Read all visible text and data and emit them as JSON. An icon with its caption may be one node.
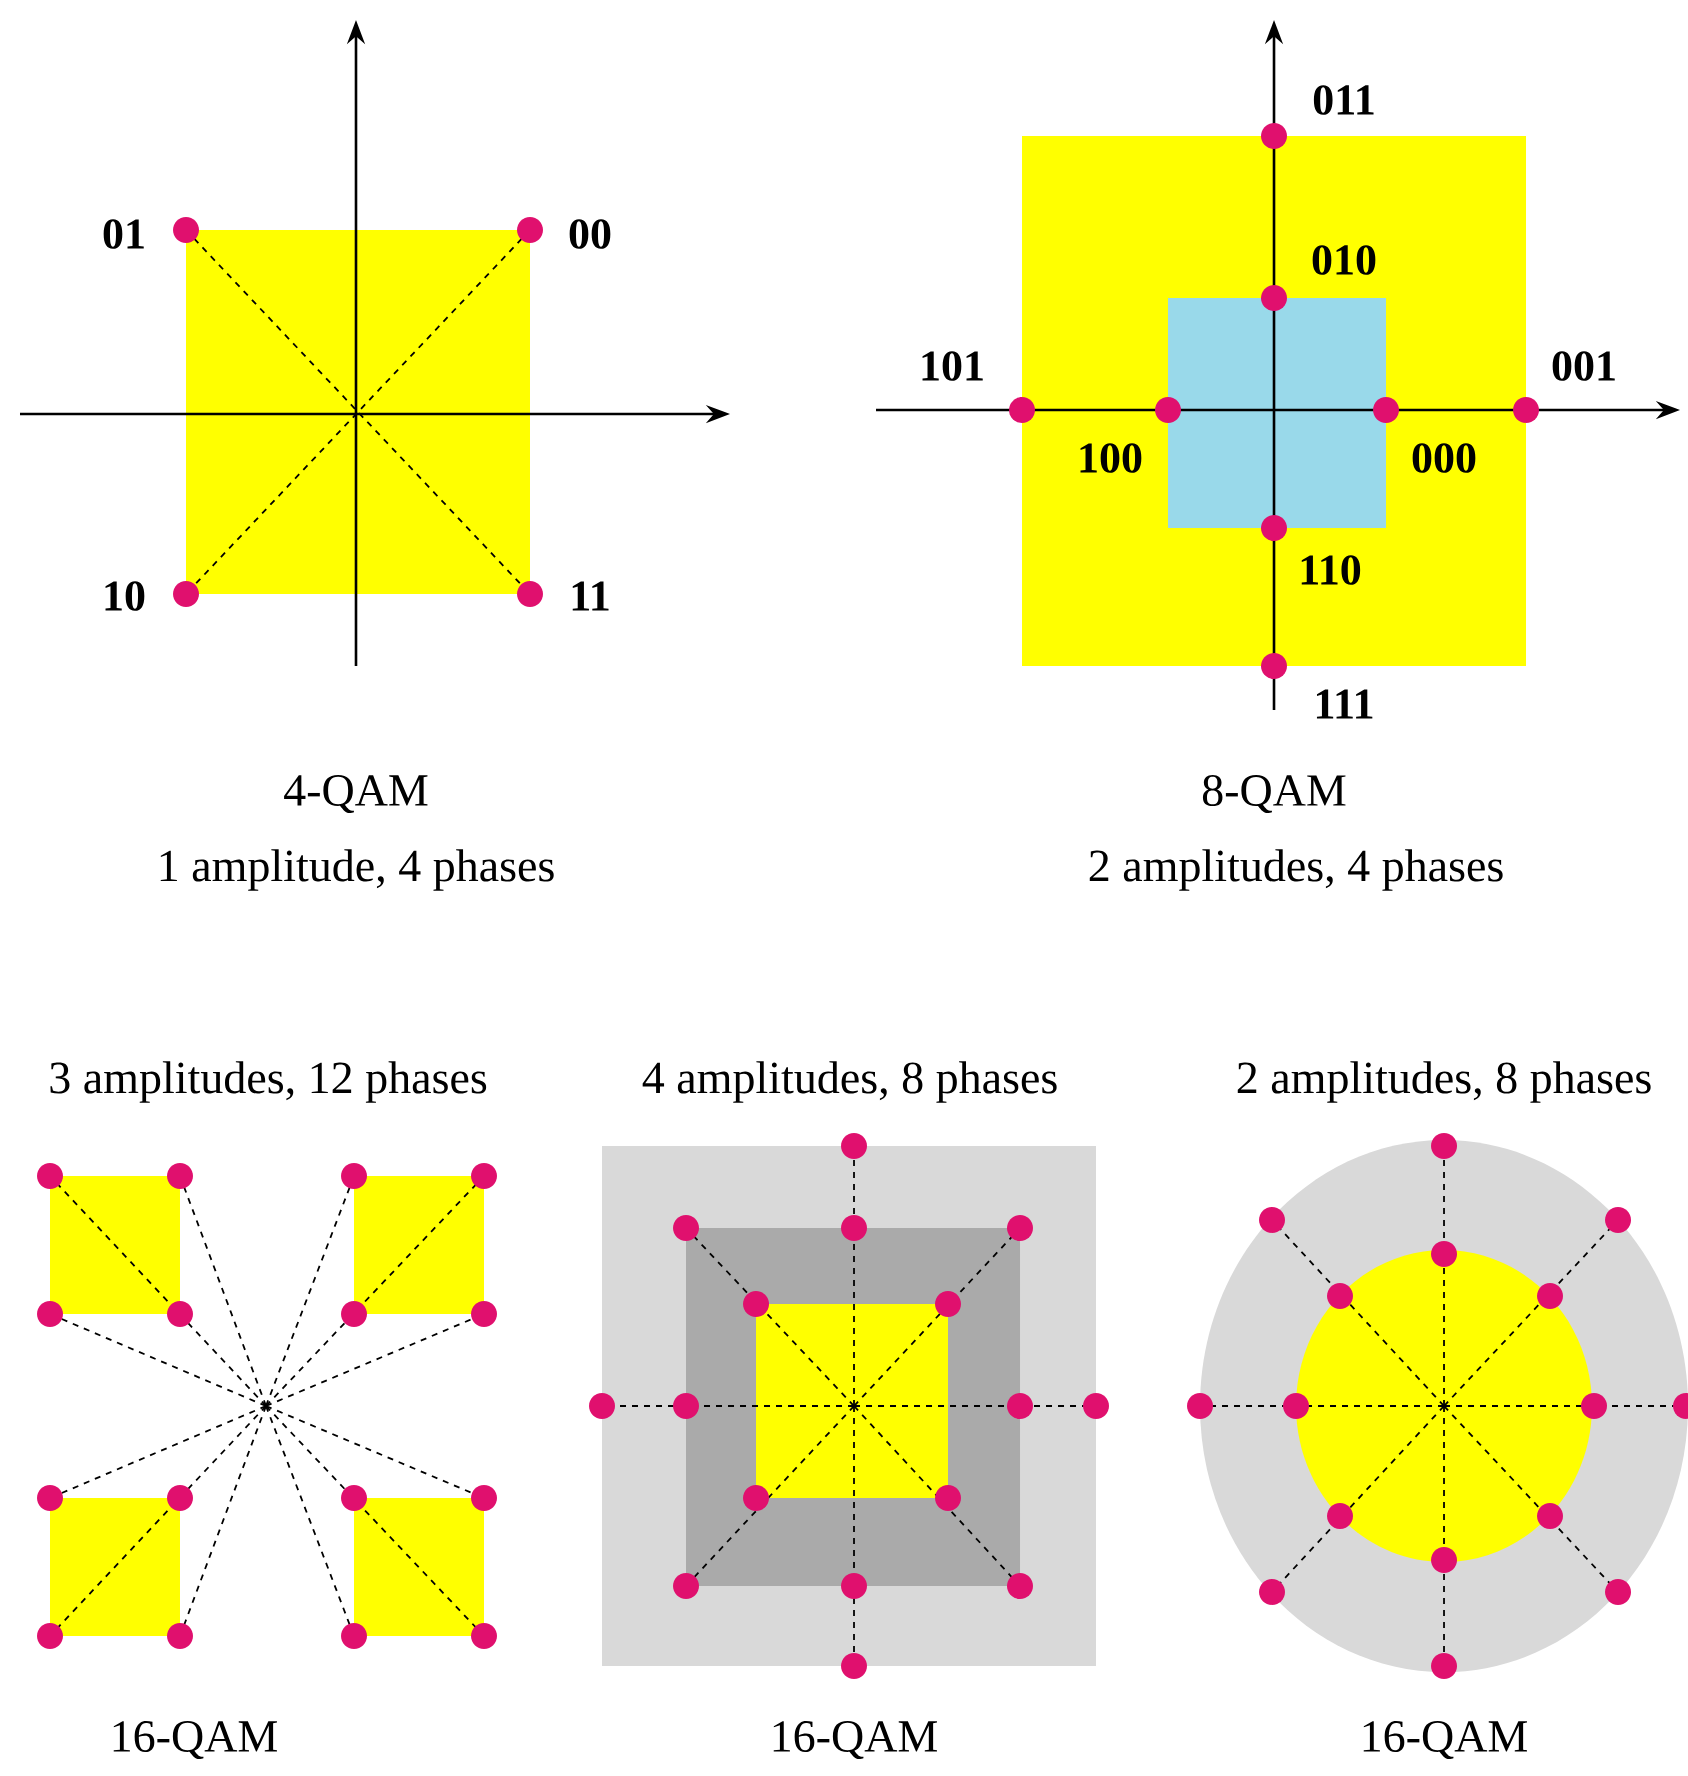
{
  "diagram": {
    "labels": [
      "01",
      "00",
      "10",
      "11",
      "011",
      "010",
      "101",
      "001",
      "100",
      "000",
      "110",
      "111",
      "4-QAM",
      "1 amplitude, 4 phases",
      "8-QAM",
      "2 amplitudes, 4 phases",
      "3 amplitudes, 12 phases",
      "4 amplitudes, 8 phases",
      "2 amplitudes, 8 phases",
      "16-QAM",
      "16-QAM",
      "16-QAM"
    ]
  }
}
